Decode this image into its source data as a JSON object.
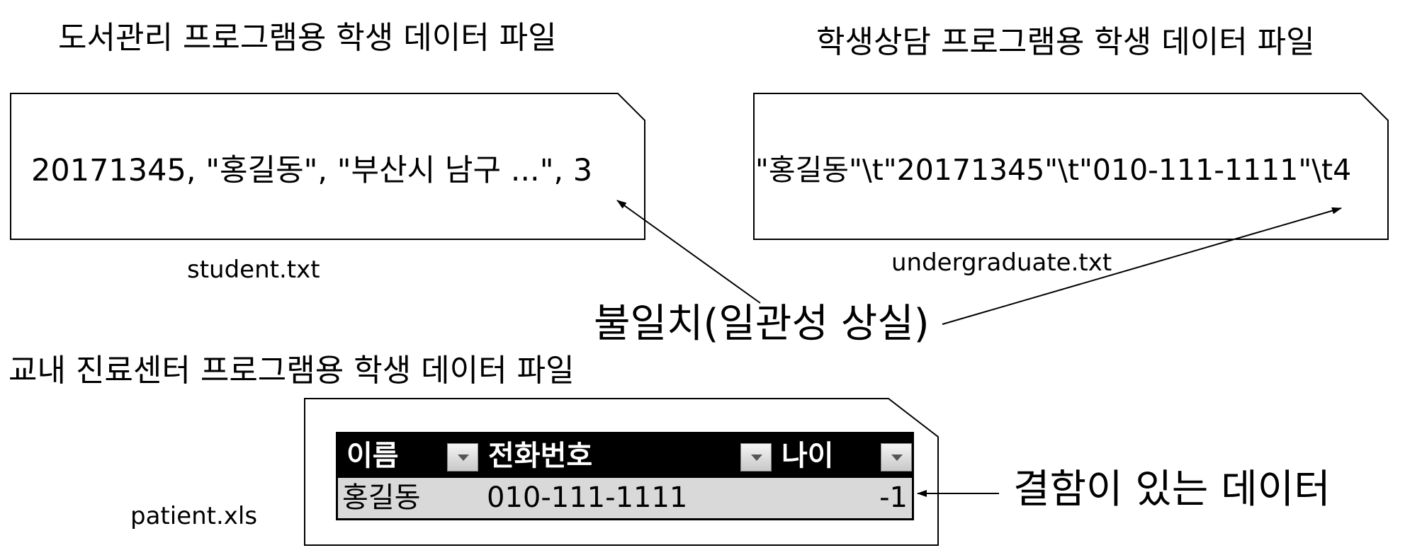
{
  "left_file": {
    "heading": "도서관리 프로그램용 학생 데이터 파일",
    "record": "20171345, \"홍길동\", \"부산시 남구 ...\", 3",
    "filename": "student.txt"
  },
  "right_file": {
    "heading": "학생상담 프로그램용 학생 데이터 파일",
    "record": "\"홍길동\"\\t\"20171345\"\\t\"010-111-1111\"\\t4",
    "filename": "undergraduate.txt"
  },
  "inconsistency_label": "불일치(일관성 상실)",
  "bottom_file": {
    "heading": "교내 진료센터 프로그램용 학생 데이터 파일",
    "filename": "patient.xls",
    "columns": [
      "이름",
      "전화번호",
      "나이"
    ],
    "row": [
      "홍길동",
      "010-111-1111",
      "-1"
    ]
  },
  "defect_label": "결함이 있는 데이터"
}
